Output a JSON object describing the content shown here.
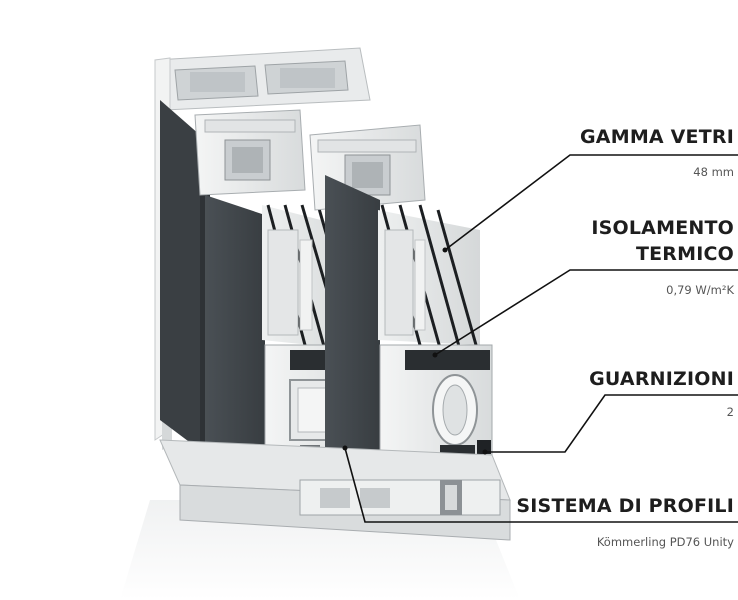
{
  "callouts": [
    {
      "title": "GAMMA VETRI",
      "value": "48 mm"
    },
    {
      "title_line1": "ISOLAMENTO",
      "title_line2": "TERMICO",
      "value": "0,79 W/m²K"
    },
    {
      "title": "GUARNIZIONI",
      "value": "2"
    },
    {
      "title": "SISTEMA DI PROFILI",
      "value": "Kömmerling PD76 Unity"
    }
  ],
  "colors": {
    "frame_dark": "#3b4044",
    "frame_mid": "#4a5055",
    "pvc_white": "#eceeee",
    "pvc_light": "#dcdfe0",
    "glass_edge": "#1c1f22",
    "text_title": "#1e1e1e",
    "text_value": "#555555",
    "leader_line": "#111111"
  }
}
